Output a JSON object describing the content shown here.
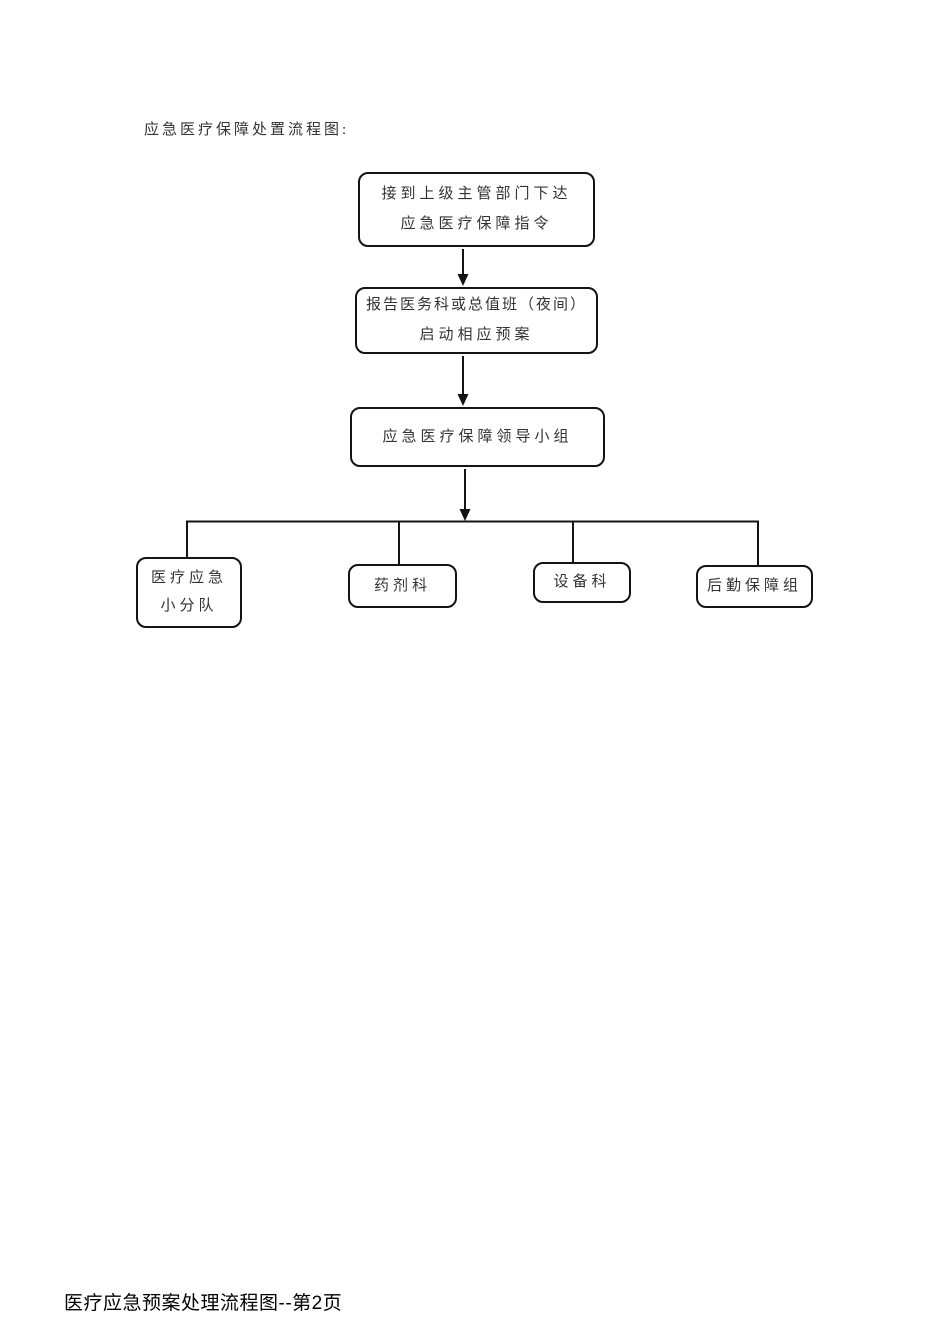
{
  "page": {
    "background_color": "#ffffff",
    "title": "应急医疗保障处置流程图:",
    "footer": "医疗应急预案处理流程图--第2页"
  },
  "flowchart": {
    "line_color": "#141414",
    "text_color": "#333333",
    "nodes": {
      "directive": {
        "line1": "接到上级主管部门下达",
        "line2": "应急医疗保障指令"
      },
      "report": {
        "line1": "报告医务科或总值班（夜间）",
        "line2": "启动相应预案"
      },
      "leading_group": {
        "label": "应急医疗保障领导小组"
      },
      "medical_team": {
        "line1": "医疗应急",
        "line2": "小分队"
      },
      "pharmacy": {
        "label": "药剂科"
      },
      "equipment": {
        "label": "设备科"
      },
      "logistics": {
        "label": "后勤保障组"
      }
    }
  }
}
